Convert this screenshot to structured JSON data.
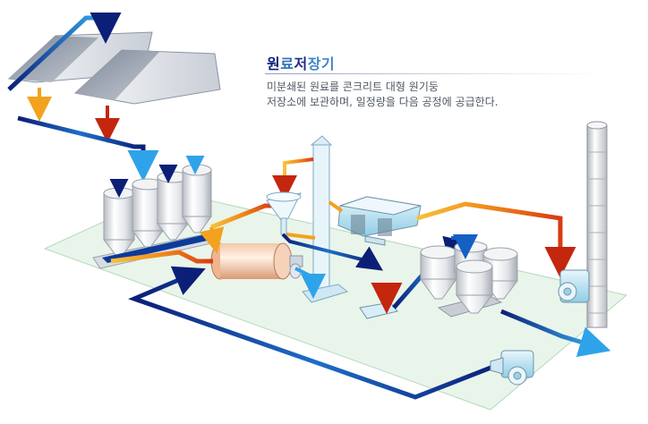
{
  "title": {
    "part1": "원",
    "part2": "료",
    "part3": "저",
    "part4": "장기"
  },
  "description": {
    "line1": "미분쇄된 원료를 콘크리트 대형 원기둥",
    "line2": "저장소에 보관하며, 일정량을 다음 공정에 공급한다."
  },
  "colors": {
    "floor": "#e9f5ea",
    "flow_hot": "#d12a10",
    "flow_warm": "#f39a1c",
    "flow_cold": "#0b1f77",
    "flow_cool": "#2d9be8",
    "equipment_blue": "#c9e8f4",
    "equipment_white": "#f4f5f7"
  },
  "icons": [
    "downward-arrow-icon",
    "flow-arrowhead-icon"
  ]
}
